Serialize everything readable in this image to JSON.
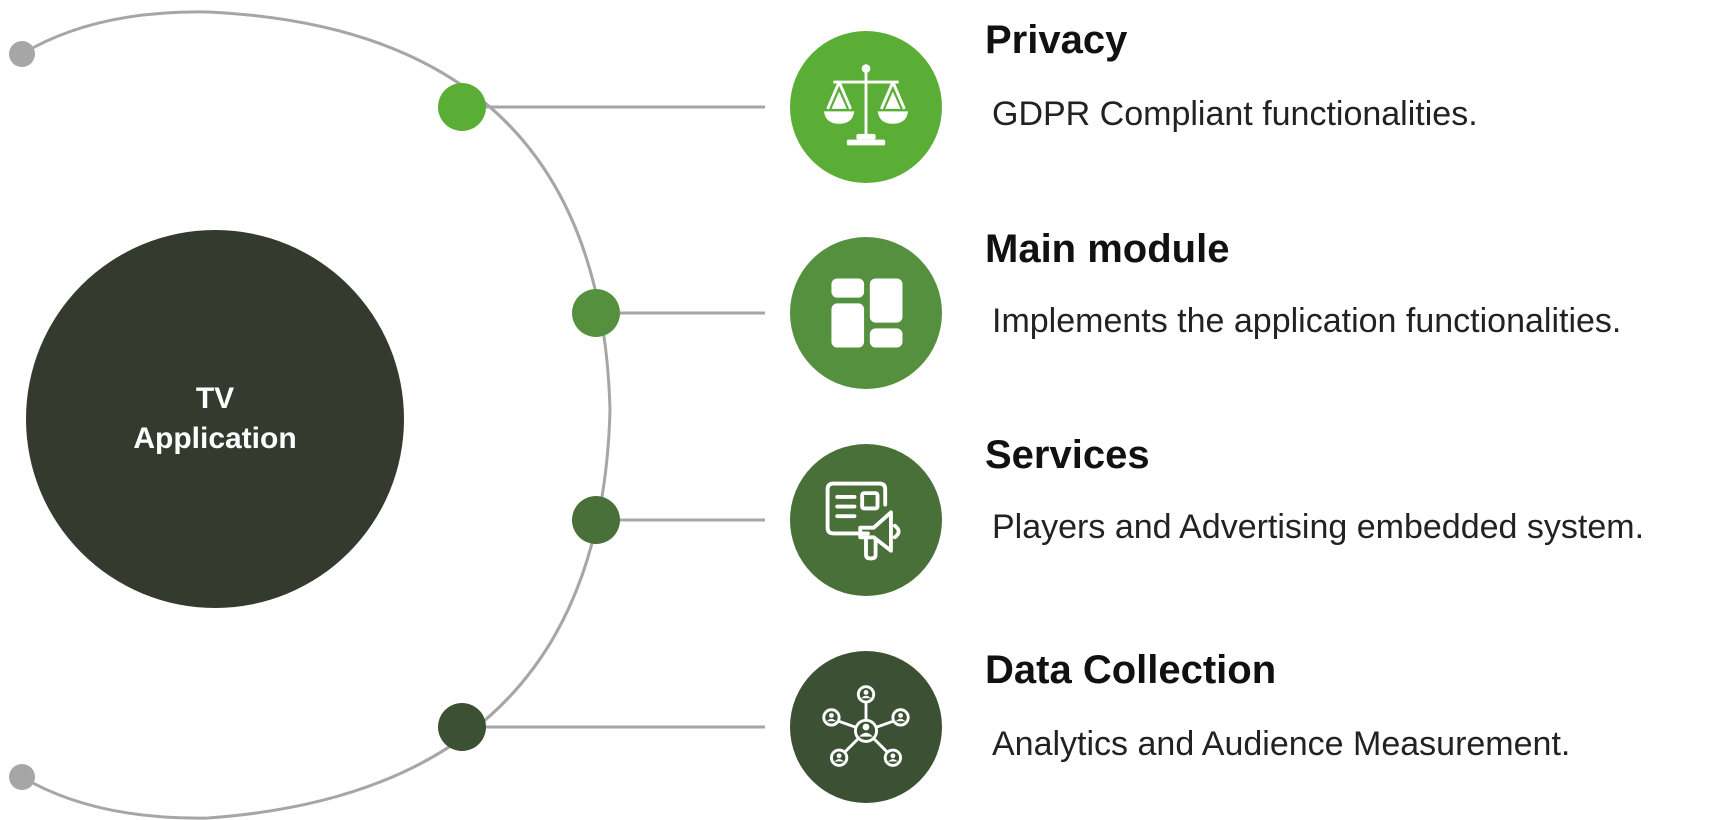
{
  "center": {
    "line1": "TV",
    "line2": "Application",
    "color": "#343a2e"
  },
  "features": [
    {
      "title": "Privacy",
      "description": "GDPR Compliant functionalities.",
      "color": "#5aad35",
      "icon": "scales-icon"
    },
    {
      "title": "Main module",
      "description": "Implements the application functionalities.",
      "color": "#55903e",
      "icon": "dashboard-icon"
    },
    {
      "title": "Services",
      "description": "Players and Advertising embedded system.",
      "color": "#4a7039",
      "icon": "advertising-icon"
    },
    {
      "title": "Data Collection",
      "description": "Analytics and Audience Measurement.",
      "color": "#3c5034",
      "icon": "network-icon"
    }
  ],
  "colors": {
    "arc": "#a6a6a6",
    "endpoint": "#a6a6a6"
  }
}
